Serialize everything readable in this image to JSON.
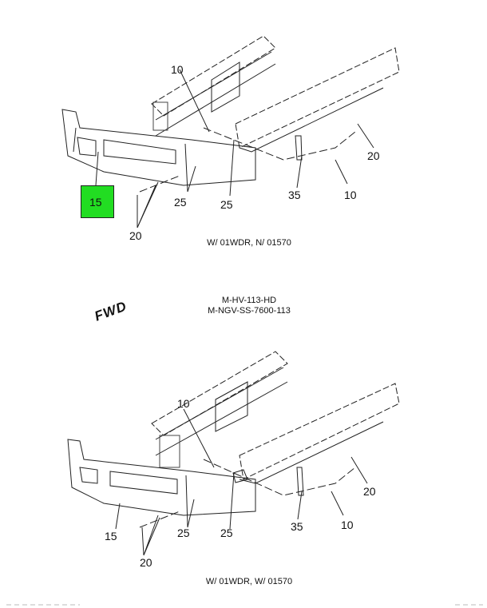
{
  "diagram": {
    "top": {
      "callouts": [
        "10",
        "20",
        "10",
        "35",
        "25",
        "25",
        "20",
        "15"
      ],
      "highlighted_callout": "15",
      "highlight_color": "#22dd22",
      "caption": "W/ 01WDR, N/ 01570"
    },
    "models": [
      "M-HV-113-HD",
      "M-NGV-SS-7600-113"
    ],
    "fwd_label": "FWD",
    "bottom": {
      "callouts": [
        "10",
        "20",
        "10",
        "35",
        "25",
        "25",
        "20",
        "15"
      ],
      "caption": "W/ 01WDR, W/ 01570"
    }
  }
}
